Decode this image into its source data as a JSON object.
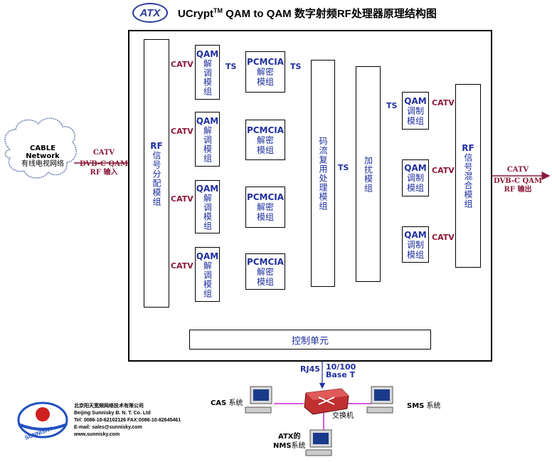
{
  "title": {
    "logo": "ATX",
    "main": "UCrypt",
    "tm": "TM",
    "rest": " QAM to QAM 数字射频RF处理器原理结构图"
  },
  "cloud": {
    "line1": "CABLE",
    "line2": "Network",
    "line3": "有线电视网络"
  },
  "input_label": {
    "l1": "CATV",
    "l2": "DVB-C QAM",
    "l3": "RF 输入"
  },
  "output_label": {
    "l1": "CATV",
    "l2": "DVB-C QAM",
    "l3": "RF 输出"
  },
  "rf_split": {
    "b": "RF",
    "t": "信号分配模组"
  },
  "rf_mix": {
    "b": "RF",
    "t": "信号混合模组"
  },
  "demod": {
    "b": "QAM",
    "t": "解调模组"
  },
  "pcmcia": {
    "b": "PCMCIA",
    "t": "解密模组"
  },
  "mux": {
    "t": "码流复用处理模组"
  },
  "scramble": {
    "t": "加扰模组"
  },
  "mod": {
    "b": "QAM",
    "t": "调制模组"
  },
  "catv": "CATV",
  "ts": "TS",
  "control": "控制单元",
  "rj45": "RJ45",
  "base": {
    "l1": "10/100",
    "l2": "Base T"
  },
  "switch": "交换机",
  "cas": {
    "b": "CAS",
    "t": " 系统"
  },
  "sms": {
    "b": "SMS",
    "t": " 系统"
  },
  "nms": {
    "l1": "ATX的",
    "l2b": "NMS",
    "l2t": "系统"
  },
  "company": {
    "cn": "北京阳天宽频网络技术有限公司",
    "en": "Beijing Sunnisky B. N. T. Co. Ltd",
    "tel": "Tel: 0086-10-62102126   FAX:0086-10-82645461",
    "email": "E-mail: sales@sunnisky.com",
    "web": "www.sunnisky.com",
    "brand": "SUNNISKY"
  },
  "colors": {
    "box_text": "#1f2f9f",
    "catv": "#8b1a3a",
    "line": "#1f2f9f",
    "rf_arrow": "#8b1a3a",
    "switch": "#c03030",
    "link": "#cc22cc"
  }
}
